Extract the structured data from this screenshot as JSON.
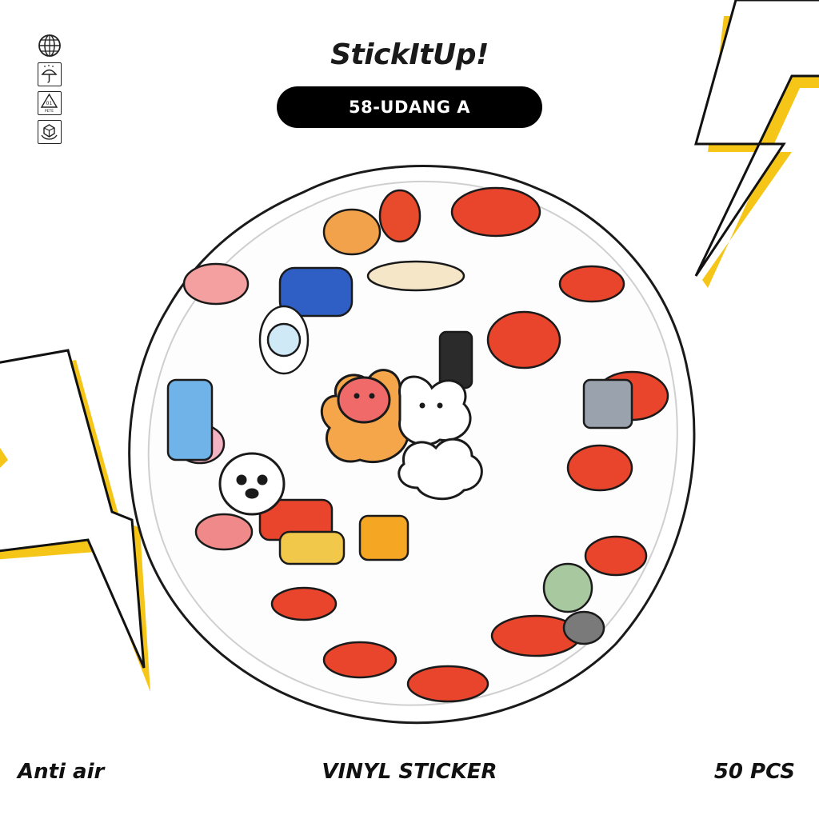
{
  "brand": {
    "logo_text": "StickItUp!"
  },
  "product": {
    "code_label": "58-UDANG A"
  },
  "footer": {
    "left_label": "Anti air",
    "center_label": "VINYL STICKER",
    "right_label": "50 PCS"
  },
  "icons": [
    "globe-icon",
    "umbrella-rain-icon",
    "recycle-01-pete-icon",
    "fragile-box-icon"
  ],
  "recycle_icon": {
    "number": "01",
    "material": "PETE"
  },
  "colors": {
    "accent_yellow": "#f5c518",
    "shrimp_red": "#e8452c",
    "badge_bg": "#000000",
    "text": "#111111"
  }
}
